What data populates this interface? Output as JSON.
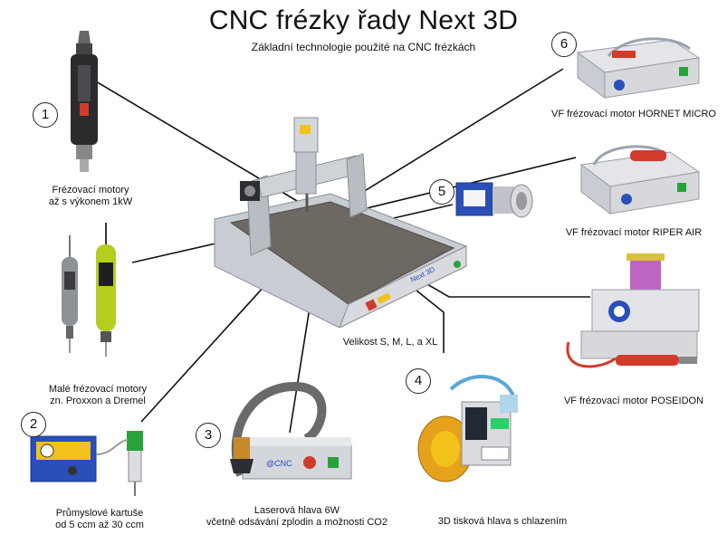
{
  "header": {
    "title": "CNC frézky řady Next 3D",
    "subtitle": "Základní technologie použité na CNC frézkách"
  },
  "numbers": {
    "n1": "1",
    "n2": "2",
    "n3": "3",
    "n4": "4",
    "n5": "5",
    "n6": "6"
  },
  "captions": {
    "spindle_line1": "Frézovací motory",
    "spindle_line2": "až s výkonem 1kW",
    "small_line1": "Malé frézovací motory",
    "small_line2": "zn. Proxxon a Dremel",
    "cartridge_line1": "Průmyslové kartuše",
    "cartridge_line2": "od 5 ccm až 30 ccm",
    "laser_line1": "Laserová hlava 6W",
    "laser_line2": "včetně odsávání zplodin a možnosti CO2",
    "printhead": "3D tisková hlava s chlazením",
    "sizes": "Velikost S, M, L, a XL",
    "hornet": "VF frézovací motor HORNET MICRO",
    "riper": "VF frézovací motor RIPER AIR",
    "poseidon": "VF frézovací motor POSEIDON"
  },
  "labels": {
    "brand": "@CNC",
    "machine_plate": "Next 3D"
  },
  "colors": {
    "frame": "#c9ccd2",
    "table": "#6d6962",
    "accent_red": "#d23a2a",
    "accent_yellow": "#f2c21a",
    "accent_blue": "#2b4fb8",
    "accent_green": "#27a33a"
  }
}
